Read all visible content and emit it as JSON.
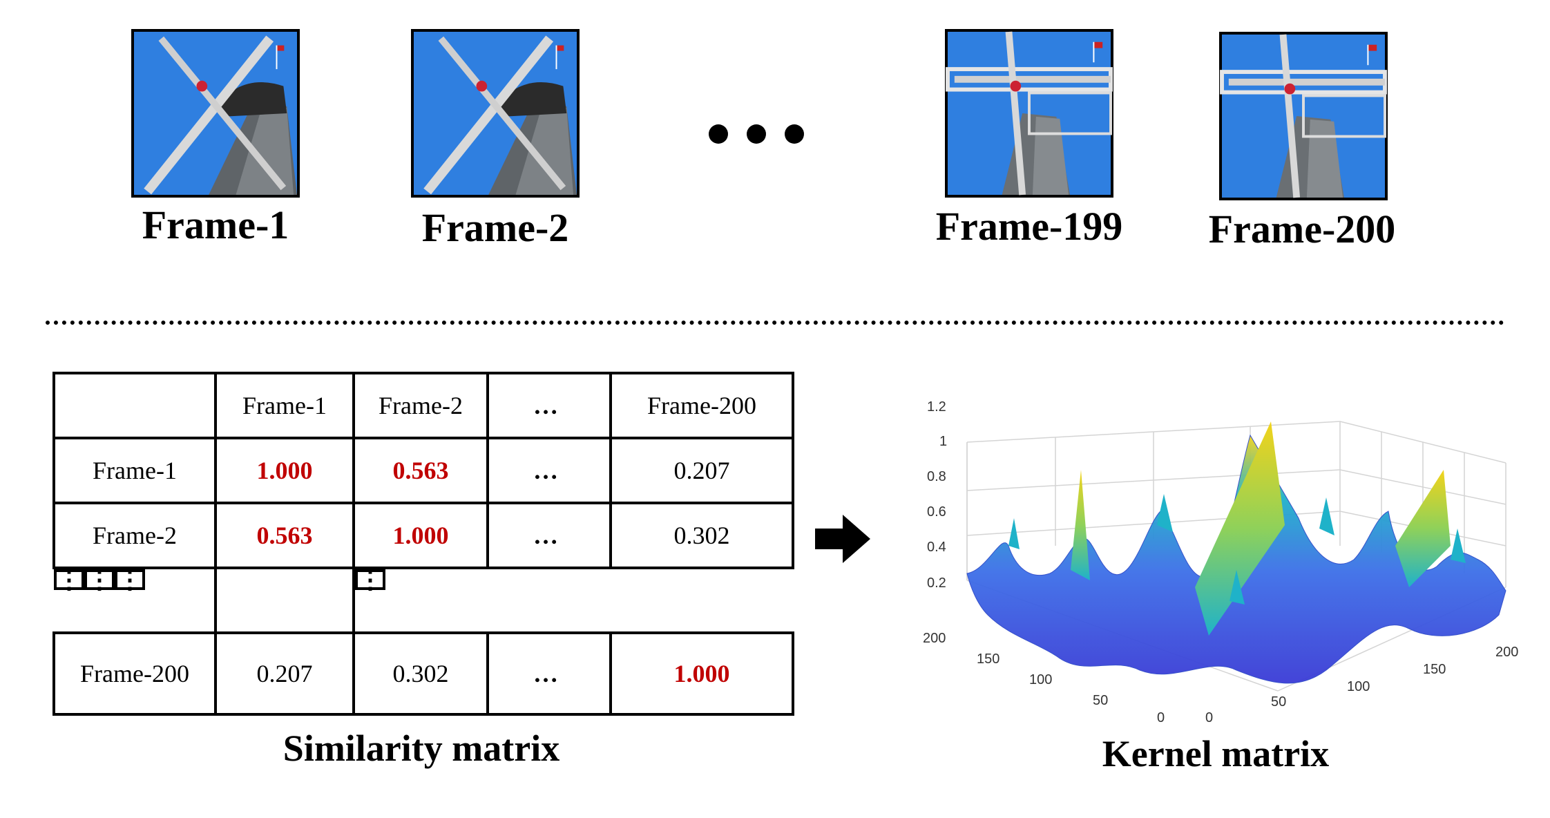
{
  "frames": [
    {
      "label": "Frame-1"
    },
    {
      "label": "Frame-2"
    },
    {
      "label": "Frame-199"
    },
    {
      "label": "Frame-200"
    }
  ],
  "similarity_table": {
    "header": [
      "",
      "Frame-1",
      "Frame-2",
      "…",
      "Frame-200"
    ],
    "rows": [
      [
        "Frame-1",
        "1.000",
        "0.563",
        "…",
        "0.207"
      ],
      [
        "Frame-2",
        "0.563",
        "1.000",
        "…",
        "0.302"
      ],
      [
        "⋮",
        "⋮",
        "⋮",
        "",
        "⋮"
      ],
      [
        "Frame-200",
        "0.207",
        "0.302",
        "…",
        "1.000"
      ]
    ],
    "caption": "Similarity matrix"
  },
  "kernel_plot": {
    "caption": "Kernel matrix",
    "z_ticks": [
      "0.2",
      "0.4",
      "0.6",
      "0.8",
      "1",
      "1.2"
    ],
    "left_axis_ticks": [
      "0",
      "50",
      "100",
      "150",
      "200"
    ],
    "right_axis_ticks": [
      "0",
      "50",
      "100",
      "150",
      "200"
    ]
  },
  "colors": {
    "highlight": "#c00000",
    "surface_low": "#3b3bd6",
    "surface_mid": "#1fb2c9",
    "surface_high": "#f2d31b",
    "sky": "#2f7fe0"
  }
}
